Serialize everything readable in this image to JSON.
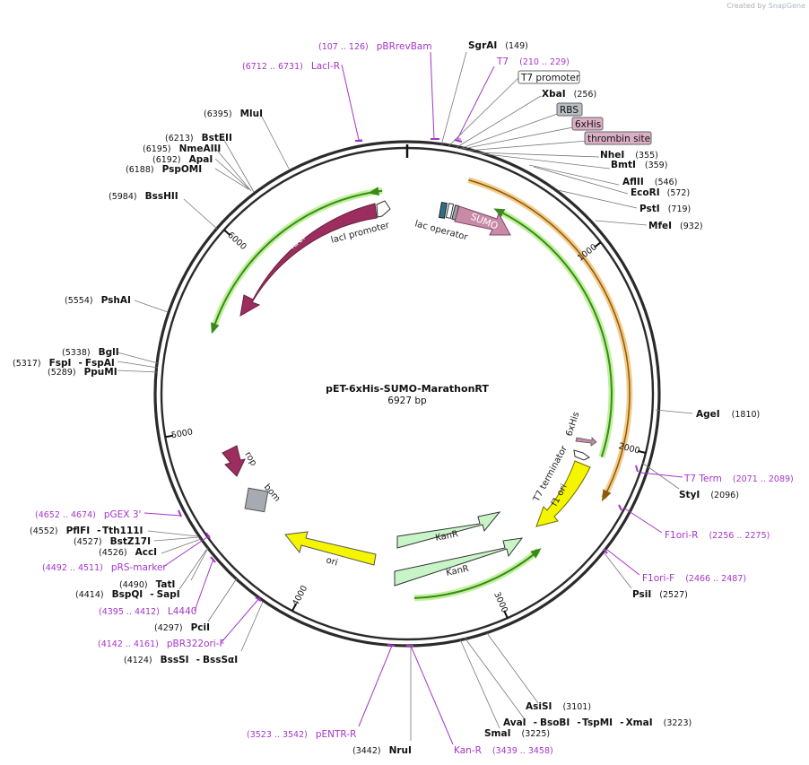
{
  "credit": {
    "prefix": "Created by",
    "brand": "SnapGene"
  },
  "plasmid": {
    "name": "pET-6xHis-SUMO-MarathonRT",
    "size": "6927 bp"
  },
  "ticks": [
    "1000",
    "2000",
    "3000",
    "4000",
    "5000",
    "6000"
  ],
  "enzymes": [
    {
      "name": "SgrAI",
      "pos": "(149)"
    },
    {
      "name": "XbaI",
      "pos": "(256)"
    },
    {
      "name": "NheI",
      "pos": "(355)"
    },
    {
      "name": "BmtI",
      "pos": "(359)"
    },
    {
      "name": "AflII",
      "pos": "(546)"
    },
    {
      "name": "EcoRI",
      "pos": "(572)"
    },
    {
      "name": "PstI",
      "pos": "(719)"
    },
    {
      "name": "MfeI",
      "pos": "(932)"
    },
    {
      "name": "AgeI",
      "pos": "(1810)"
    },
    {
      "name": "StyI",
      "pos": "(2096)"
    },
    {
      "name": "PsiI",
      "pos": "(2527)"
    },
    {
      "name": "AsiSI",
      "pos": "(3101)"
    },
    {
      "name": "AvaI",
      "iso1": "BsoBI",
      "iso2": "TspMI",
      "iso3": "XmaI",
      "pos": "(3223)"
    },
    {
      "name": "SmaI",
      "pos": "(3225)"
    },
    {
      "name": "NruI",
      "pos": "(3442)"
    },
    {
      "name": "BssSI",
      "iso1": "BssSαI",
      "pos": "(4124)"
    },
    {
      "name": "PciI",
      "pos": "(4297)"
    },
    {
      "name": "BspQI",
      "iso1": "SapI",
      "pos": "(4414)"
    },
    {
      "name": "TatI",
      "pos": "(4490)"
    },
    {
      "name": "AccI",
      "pos": "(4526)"
    },
    {
      "name": "BstZ17I",
      "pos": "(4527)"
    },
    {
      "name": "PflFI",
      "iso1": "Tth111I",
      "pos": "(4552)"
    },
    {
      "name": "PpuMI",
      "pos": "(5289)"
    },
    {
      "name": "FspI",
      "iso1": "FspAI",
      "pos": "(5317)"
    },
    {
      "name": "BglI",
      "pos": "(5338)"
    },
    {
      "name": "PshAI",
      "pos": "(5554)"
    },
    {
      "name": "BssHII",
      "pos": "(5984)"
    },
    {
      "name": "PspOMI",
      "pos": "(6188)"
    },
    {
      "name": "ApaI",
      "pos": "(6192)"
    },
    {
      "name": "NmeAIII",
      "pos": "(6195)"
    },
    {
      "name": "BstEII",
      "pos": "(6213)"
    },
    {
      "name": "MluI",
      "pos": "(6395)"
    }
  ],
  "primers": [
    {
      "name": "pBRrevBam",
      "pos": "(107 .. 126)"
    },
    {
      "name": "LacI-R",
      "pos": "(6712 .. 6731)"
    },
    {
      "name": "T7",
      "pos": "(210 .. 229)"
    },
    {
      "name": "T7 Term",
      "pos": "(2071 .. 2089)"
    },
    {
      "name": "F1ori-R",
      "pos": "(2256 .. 2275)"
    },
    {
      "name": "F1ori-F",
      "pos": "(2466 .. 2487)"
    },
    {
      "name": "Kan-R",
      "pos": "(3439 .. 3458)"
    },
    {
      "name": "pENTR-R",
      "pos": "(3523 .. 3542)"
    },
    {
      "name": "pBR322ori-F",
      "pos": "(4142 .. 4161)"
    },
    {
      "name": "L4440",
      "pos": "(4395 .. 4412)"
    },
    {
      "name": "pRS-marker",
      "pos": "(4492 .. 4511)"
    },
    {
      "name": "pGEX 3'",
      "pos": "(4652 .. 4674)"
    }
  ],
  "feature_boxes": [
    "T7 promoter",
    "RBS",
    "6xHis",
    "thrombin site"
  ],
  "features": {
    "lacI": "lacI",
    "lacI_promoter": "lacI promoter",
    "lac_operator": "lac operator",
    "sumo": "SUMO",
    "his": "6xHis",
    "t7_terminator": "T7 terminator",
    "f1_ori": "f1 ori",
    "kanr": "KanR",
    "ori": "ori",
    "rop": "rop",
    "bom": "bom"
  },
  "colors": {
    "backbone": "#2b2b2b",
    "lacI": "#9b2e5e",
    "sumo": "#c98aa8",
    "kanr": "#c8f5c8",
    "ori": "#f5f500",
    "orf_line": "#3a8a1a",
    "orf_glow": "#b8f090",
    "cds_orange": "#f3c57a",
    "primer": "#a535c9",
    "bom": "#a6abb2"
  }
}
